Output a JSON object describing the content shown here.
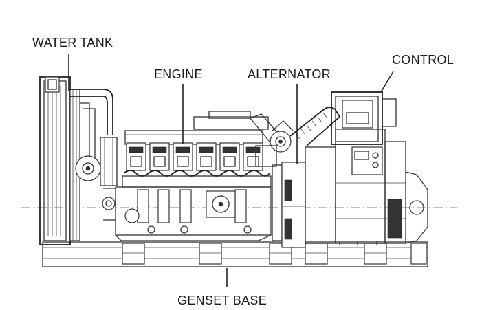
{
  "diagram": {
    "labels": {
      "water_tank": "WATER TANK",
      "engine": "ENGINE",
      "alternator": "ALTERNATOR",
      "control": "CONTROL",
      "genset_base": "GENSET BASE"
    }
  }
}
